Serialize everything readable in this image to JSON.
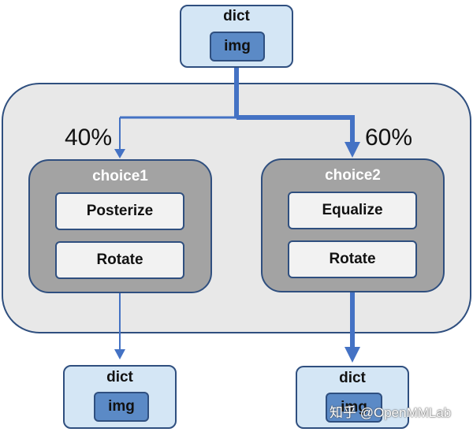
{
  "input": {
    "dict_label": "dict",
    "img_label": "img"
  },
  "branches": [
    {
      "probability": "40%",
      "choice_label": "choice1",
      "ops": [
        "Posterize",
        "Rotate"
      ]
    },
    {
      "probability": "60%",
      "choice_label": "choice2",
      "ops": [
        "Equalize",
        "Rotate"
      ]
    }
  ],
  "outputs": [
    {
      "dict_label": "dict",
      "img_label": "img"
    },
    {
      "dict_label": "dict",
      "img_label": "img"
    }
  ],
  "watermark": "知乎 @OpenMMLab",
  "colors": {
    "border": "#2f4f7f",
    "arrow": "#4472c4",
    "dict_fill": "#d4e6f5",
    "img_fill": "#5b8ac6",
    "outer_fill": "#e8e8e8",
    "choice_fill": "#a3a3a3",
    "op_fill": "#f2f2f2"
  }
}
